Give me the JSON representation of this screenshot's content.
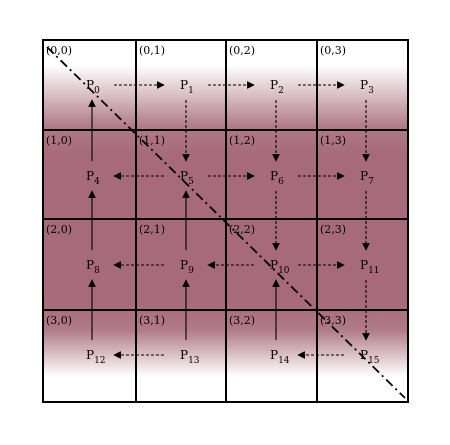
{
  "grid": {
    "rows": 4,
    "cols": 4,
    "cells": [
      {
        "coord": "(0,0)",
        "proc": "P",
        "sub": "0"
      },
      {
        "coord": "(0,1)",
        "proc": "P",
        "sub": "1"
      },
      {
        "coord": "(0,2)",
        "proc": "P",
        "sub": "2"
      },
      {
        "coord": "(0,3)",
        "proc": "P",
        "sub": "3"
      },
      {
        "coord": "(1,0)",
        "proc": "P",
        "sub": "4"
      },
      {
        "coord": "(1,1)",
        "proc": "P",
        "sub": "5"
      },
      {
        "coord": "(1,2)",
        "proc": "P",
        "sub": "6"
      },
      {
        "coord": "(1,3)",
        "proc": "P",
        "sub": "7"
      },
      {
        "coord": "(2,0)",
        "proc": "P",
        "sub": "8"
      },
      {
        "coord": "(2,1)",
        "proc": "P",
        "sub": "9"
      },
      {
        "coord": "(2,2)",
        "proc": "P",
        "sub": "10"
      },
      {
        "coord": "(2,3)",
        "proc": "P",
        "sub": "11"
      },
      {
        "coord": "(3,0)",
        "proc": "P",
        "sub": "12"
      },
      {
        "coord": "(3,1)",
        "proc": "P",
        "sub": "13"
      },
      {
        "coord": "(3,2)",
        "proc": "P",
        "sub": "14"
      },
      {
        "coord": "(3,3)",
        "proc": "P",
        "sub": "15"
      }
    ]
  },
  "arrows": [
    {
      "from": 0,
      "to": 1,
      "style": "dashed"
    },
    {
      "from": 1,
      "to": 2,
      "style": "dashed"
    },
    {
      "from": 2,
      "to": 3,
      "style": "dashed"
    },
    {
      "from": 1,
      "to": 5,
      "style": "dashed"
    },
    {
      "from": 2,
      "to": 6,
      "style": "dashed"
    },
    {
      "from": 3,
      "to": 7,
      "style": "dashed"
    },
    {
      "from": 5,
      "to": 4,
      "style": "dashed"
    },
    {
      "from": 5,
      "to": 6,
      "style": "dashed"
    },
    {
      "from": 6,
      "to": 7,
      "style": "dashed"
    },
    {
      "from": 6,
      "to": 10,
      "style": "dashed"
    },
    {
      "from": 7,
      "to": 11,
      "style": "dashed"
    },
    {
      "from": 9,
      "to": 8,
      "style": "dashed"
    },
    {
      "from": 10,
      "to": 9,
      "style": "dashed"
    },
    {
      "from": 10,
      "to": 11,
      "style": "dashed"
    },
    {
      "from": 11,
      "to": 15,
      "style": "dashed"
    },
    {
      "from": 13,
      "to": 12,
      "style": "dashed"
    },
    {
      "from": 15,
      "to": 14,
      "style": "dashed"
    },
    {
      "from": 4,
      "to": 0,
      "style": "solid"
    },
    {
      "from": 8,
      "to": 4,
      "style": "solid"
    },
    {
      "from": 12,
      "to": 8,
      "style": "solid"
    },
    {
      "from": 9,
      "to": 5,
      "style": "solid"
    },
    {
      "from": 13,
      "to": 9,
      "style": "solid"
    },
    {
      "from": 14,
      "to": 10,
      "style": "solid"
    }
  ],
  "diagonal": {
    "style": "dash-dot"
  },
  "colors": {
    "band": "#a66a7a",
    "band_edge": "#ffffff",
    "line": "#000000"
  }
}
